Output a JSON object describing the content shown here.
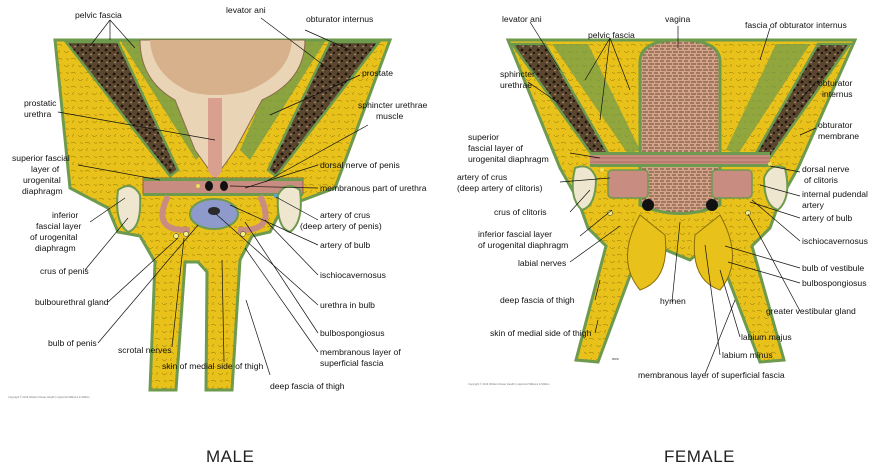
{
  "male": {
    "caption": "MALE",
    "copyright": "Copyright © 2013 Wolters Kluwer Health | Lippincott Williams & Wilkins",
    "labels": {
      "pelvic_fascia": "pelvic fascia",
      "levator_ani": "levator ani",
      "obturator_internus": "obturator internus",
      "prostate": "prostate",
      "prostatic_urethra": [
        "prostatic",
        "urethra"
      ],
      "sphincter_urethrae_muscle": [
        "sphincter urethrae",
        "muscle"
      ],
      "superior_fascial_layer": [
        "superior fascial",
        "layer of",
        "urogenital",
        "diaphragm"
      ],
      "dorsal_nerve_of_penis": "dorsal nerve of penis",
      "membranous_part_of_urethra": "membranous part of urethra",
      "inferior_fascial_layer": [
        "inferior",
        "fascial layer",
        "of urogenital",
        "diaphragm"
      ],
      "artery_of_crus": [
        "artery of crus",
        "(deep artery of penis)"
      ],
      "artery_of_bulb": "artery of bulb",
      "crus_of_penis": "crus of penis",
      "ischiocavernosus": "ischiocavernosus",
      "bulbourethral_gland": "bulbourethral gland",
      "urethra_in_bulb": "urethra in bulb",
      "bulb_of_penis": "bulb of penis",
      "bulbospongiosus": "bulbospongiosus",
      "scrotal_nerves": "scrotal nerves",
      "membranous_layer": [
        "membranous layer of",
        "superficial fascia"
      ],
      "skin_of_medial_side_of_thigh": "skin of medial side of thigh",
      "deep_fascia_of_thigh": "deep fascia of thigh"
    }
  },
  "female": {
    "caption": "FEMALE",
    "copyright": "Copyright © 2013 Wolters Kluwer Health | Lippincott Williams & Wilkins",
    "artist_mark": "wvc",
    "labels": {
      "levator_ani": "levator ani",
      "pelvic_fascia": "pelvic fascia",
      "vagina": "vagina",
      "fascia_of_obturator_internus": "fascia of obturator internus",
      "sphincter_urethrae": [
        "sphincter",
        "urethrae"
      ],
      "obturator_internus": [
        "obturator",
        "internus"
      ],
      "obturator_membrane": [
        "obturator",
        "membrane"
      ],
      "superior_fascial_layer": [
        "superior",
        "fascial layer of",
        "urogenital diaphragm"
      ],
      "dorsal_nerve_of_clitoris": [
        "dorsal nerve",
        "of clitoris"
      ],
      "artery_of_crus": [
        "artery of crus",
        "(deep artery of clitoris)"
      ],
      "internal_pudendal_artery": [
        "internal pudendal",
        "artery"
      ],
      "crus_of_clitoris": "crus of clitoris",
      "artery_of_bulb": "artery of bulb",
      "inferior_fascial_layer": [
        "inferior fascial layer",
        "of urogenital diaphragm"
      ],
      "ischiocavernosus": "ischiocavernosus",
      "labial_nerves": "labial nerves",
      "bulb_of_vestibule": "bulb of vestibule",
      "bulbospongiosus": "bulbospongiosus",
      "deep_fascia_of_thigh": "deep fascia of thigh",
      "hymen": "hymen",
      "greater_vestibular_gland": "greater vestibular gland",
      "skin_of_medial_side_of_thigh": "skin of medial side of thigh",
      "labium_majus": "labium majus",
      "labium_minus": "labium minus",
      "membranous_layer": "membranous layer of superficial fascia"
    }
  },
  "colors": {
    "fat_yellow": "#E8C21A",
    "fascia_green": "#6E9A4E",
    "muscle_pink": "#C79A8A",
    "prostate_tan": "#D9B08C",
    "bone_dark": "#3A2B1E",
    "diaphragm_red": "#B0605A",
    "bulb_blue": "#8E9ACB",
    "cream": "#EFE6CF"
  }
}
